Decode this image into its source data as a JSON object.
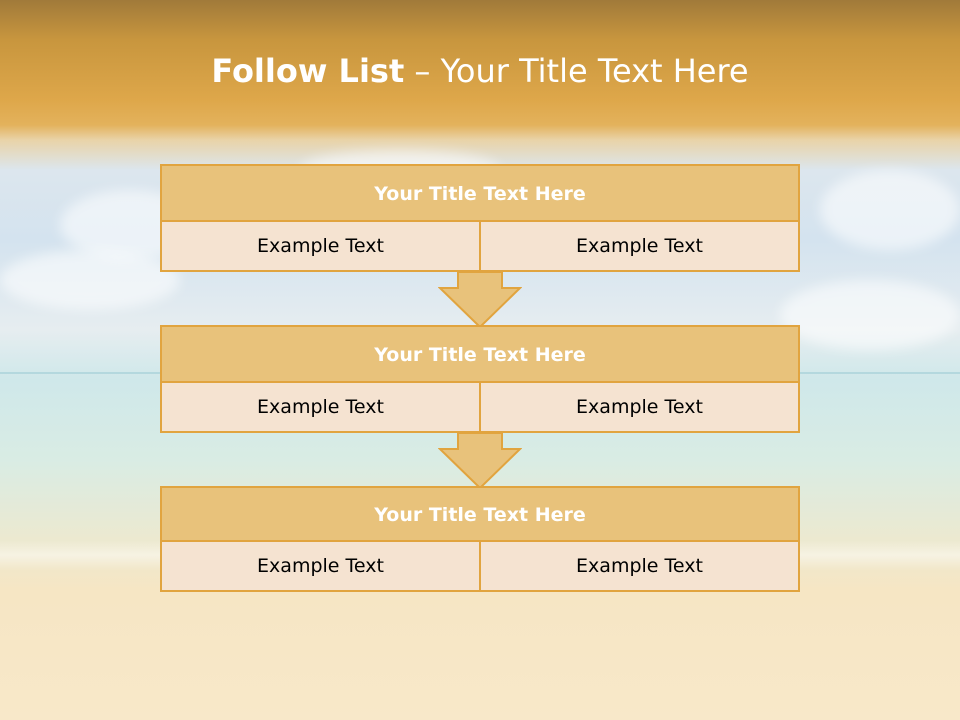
{
  "title": {
    "bold": "Follow List",
    "dash": " – ",
    "rest": "Your Title Text Here"
  },
  "blocks": [
    {
      "title": "Your Title Text Here",
      "left": "Example Text",
      "right": "Example Text"
    },
    {
      "title": "Your Title Text Here",
      "left": "Example Text",
      "right": "Example Text"
    },
    {
      "title": "Your Title Text Here",
      "left": "Example Text",
      "right": "Example Text"
    }
  ],
  "colors": {
    "block_border": "#e1a43f",
    "block_title_bg": "#e8c27b",
    "cell_bg": "#f5e3d1",
    "arrow_fill": "#e8c27b"
  },
  "icons": [
    "down-arrow-icon",
    "down-arrow-icon"
  ]
}
